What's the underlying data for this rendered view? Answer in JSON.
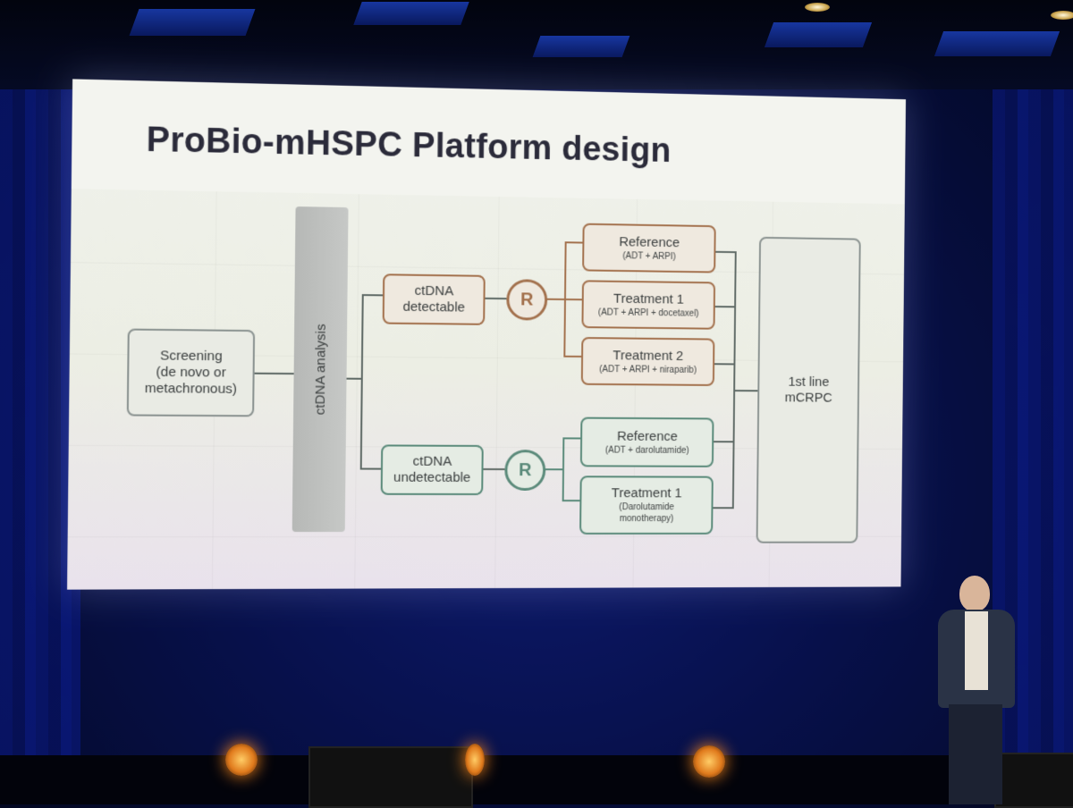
{
  "slide": {
    "title": "ProBio-mHSPC Platform design",
    "screening": {
      "line1": "Screening",
      "line2": "(de novo or",
      "line3": "metachronous)"
    },
    "analysis_label": "ctDNA analysis",
    "detectable": {
      "line1": "ctDNA",
      "line2": "detectable"
    },
    "undetectable": {
      "line1": "ctDNA",
      "line2": "undetectable"
    },
    "randomize_label": "R",
    "arms_detectable": [
      {
        "name": "Reference",
        "detail": "(ADT + ARPI)"
      },
      {
        "name": "Treatment 1",
        "detail": "(ADT + ARPI + docetaxel)"
      },
      {
        "name": "Treatment 2",
        "detail": "(ADT + ARPI + niraparib)"
      }
    ],
    "arms_undetectable": [
      {
        "name": "Reference",
        "detail": "(ADT + darolutamide)"
      },
      {
        "name": "Treatment 1",
        "detail_line1": "(Darolutamide",
        "detail_line2": "monotherapy)"
      }
    ],
    "outcome": {
      "line1": "1st line",
      "line2": "mCRPC"
    },
    "colors": {
      "detectable_accent": "#a3714d",
      "undetectable_accent": "#5a8a7a",
      "neutral_border": "#8b9391"
    }
  },
  "scene": {
    "background": "dark blue stage curtain",
    "stage_lights": "orange",
    "presenter": "person in dark suit"
  }
}
